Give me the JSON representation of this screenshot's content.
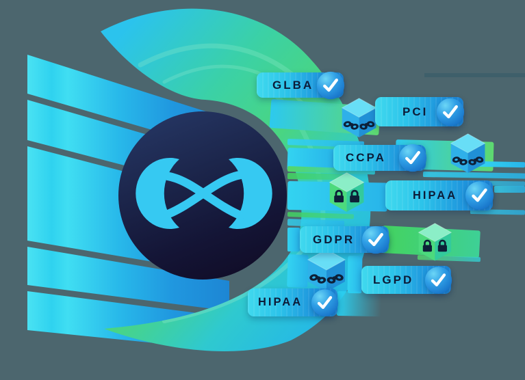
{
  "scene": {
    "background_color": "#4c666e",
    "type": "compliance-illustration"
  },
  "logo": {
    "icon": "infinity-x-icon",
    "accent_color": "#36c9f2",
    "circle_gradient": [
      "#243460",
      "#110e2a"
    ]
  },
  "badges": [
    {
      "label": "GLBA",
      "icon": "check-icon"
    },
    {
      "label": "PCI",
      "icon": "check-icon"
    },
    {
      "label": "CCPA",
      "icon": "check-icon"
    },
    {
      "label": "HIPAA",
      "icon": "check-icon"
    },
    {
      "label": "GDPR",
      "icon": "check-icon"
    },
    {
      "label": "LGPD",
      "icon": "check-icon"
    },
    {
      "label": "HIPAA",
      "icon": "check-icon"
    }
  ],
  "decorations": {
    "cubes": [
      {
        "icon": "mask-cube-icon",
        "variant": "blue"
      },
      {
        "icon": "mask-cube-icon",
        "variant": "blue"
      },
      {
        "icon": "lock-cube-icon",
        "variant": "green"
      },
      {
        "icon": "lock-cube-icon",
        "variant": "green"
      },
      {
        "icon": "mask-cube-icon",
        "variant": "blue"
      }
    ],
    "fan_stripe_count": 5
  },
  "colors": {
    "badge_gradient": [
      "#40d9ee",
      "#1b82d4"
    ],
    "check_circle": "#2f9fe6",
    "check_mark": "#ffffff",
    "badge_text": "#0c1c38",
    "band_cyan": "#33d3f1",
    "band_green": "#52d56a",
    "crescent_green": "#4ad581",
    "crescent_cyan": "#2bc3ed",
    "stripe_cyan": "#4ae2f3",
    "stripe_blue": "#1d86d4",
    "cube_mask": "#0d2038"
  }
}
